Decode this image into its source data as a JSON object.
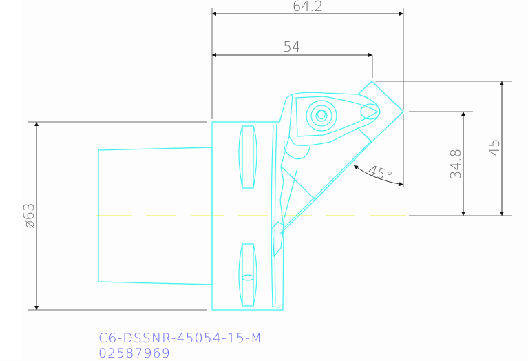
{
  "drawing": {
    "type": "CAD technical drawing",
    "subject": "boring tool holder with indexable insert",
    "colors": {
      "background": "#fcfdfc",
      "geometry": "#3ff2f2",
      "centerline": "#f5f59a",
      "dimension": "#6f6f6f",
      "caption": "#6a6aff"
    },
    "dimensions": {
      "overall_length": "64.2",
      "length_to_insert": "54",
      "height_total": "45",
      "height_to_corner": "34.8",
      "diameter": "ø63",
      "approach_angle": "45°"
    }
  },
  "caption": {
    "part_number": "C6-DSSNR-45054-15-M",
    "order_code": "02587969"
  }
}
